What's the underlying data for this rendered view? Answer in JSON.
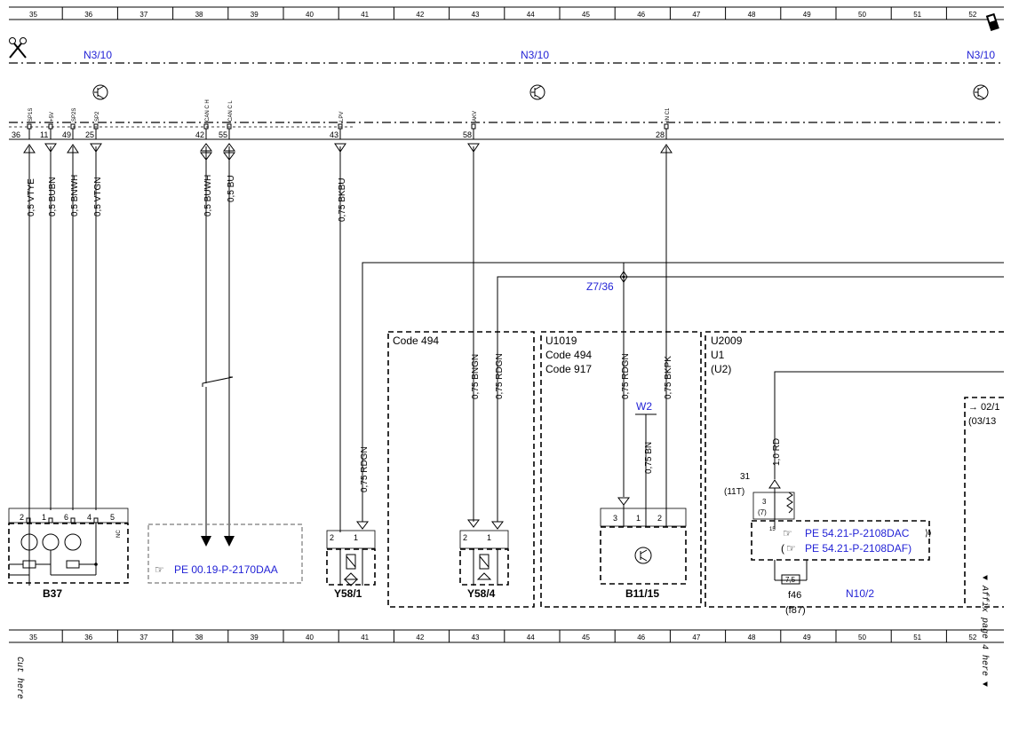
{
  "ruler": {
    "numbers": [
      "35",
      "36",
      "37",
      "38",
      "39",
      "40",
      "41",
      "42",
      "43",
      "44",
      "45",
      "46",
      "47",
      "48",
      "49",
      "50",
      "51",
      "52"
    ]
  },
  "labels": {
    "n3_10": "N3/10",
    "z7_36": "Z7/36",
    "w2": "W2",
    "b37": "B37",
    "y58_1": "Y58/1",
    "y58_4": "Y58/4",
    "b11_15": "B11/15",
    "n10_2": "N10/2",
    "f46": "f46",
    "f87": "(f87)",
    "code494_box": "Code 494",
    "u1019": "U1019",
    "u1019_code494": "Code 494",
    "u1019_code917": "Code 917",
    "u2009": "U2009",
    "u1": "U1",
    "u2": "(U2)",
    "ref_02": "→ 02/1",
    "ref_03": "(03/13",
    "term_31": "31",
    "term_11t": "(11T)",
    "cut_here": "Cut here",
    "affix_here": "▼ Affix page 4 here ▼"
  },
  "connector_top": [
    {
      "name": "SP1S",
      "pin": "36",
      "wire": "0,5 VTYE"
    },
    {
      "name": "+5V",
      "pin": "11",
      "wire": "0,5 BUBN"
    },
    {
      "name": "SP2S",
      "pin": "49",
      "wire": "0,5 BNWH"
    },
    {
      "name": "SP2",
      "pin": "25",
      "wire": "0,5 VTGN"
    },
    {
      "name": "CAN C H",
      "pin": "42",
      "wire": "0,5 BUWH"
    },
    {
      "name": "CAN C L",
      "pin": "55",
      "wire": "0,5 BU"
    },
    {
      "name": "LPV",
      "pin": "43",
      "wire": "0,75 BKBU"
    },
    {
      "name": "AKV",
      "pin": "58",
      "wire": ""
    },
    {
      "name": "IN C1",
      "pin": "28",
      "wire": ""
    }
  ],
  "wires_lower": {
    "rdgn_y58_1": "0,75 RDGN",
    "bngn_y58_4": "0,75 BNGN",
    "rdgn_y58_4": "0,75 RDGN",
    "rdgn_b11": "0,75 RDGN",
    "bkpk_b11": "0,75 BKPK",
    "bn_w2": "0,75 BN",
    "rd_n10": "1,0 RD"
  },
  "pins": {
    "b37": [
      "2",
      "1",
      "6",
      "4",
      "5"
    ],
    "b37_nc": "NC",
    "y58_1": [
      "2",
      "1"
    ],
    "y58_4": [
      "2",
      "1"
    ],
    "b11_15": [
      "3",
      "1",
      "2"
    ],
    "n10_2_a": "3",
    "n10_2_b": "(7)",
    "n10_2_c": "15",
    "fuse": "7,5"
  },
  "refs": {
    "pe_00": "PE 00.19-P-2170DAA",
    "pe_54a": "PE 54.21-P-2108DAC",
    "pe_54b": "PE 54.21-P-2108DAF)",
    "pe_54b_prefix": "("
  },
  "colors": {
    "ink": "#000000",
    "link": "#2323d6",
    "box_gray": "#7a7a7a"
  }
}
